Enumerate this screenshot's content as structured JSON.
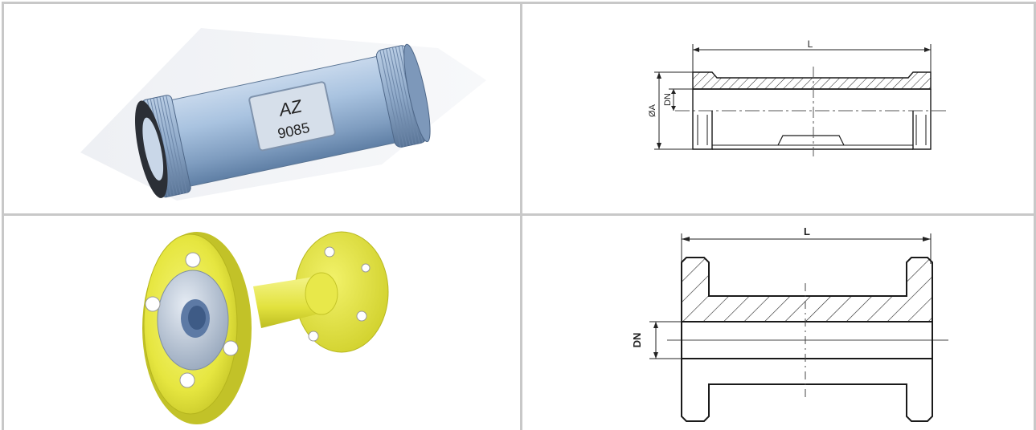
{
  "row1": {
    "photo": {
      "marking_logo": "AZ",
      "marking_number": "9085"
    },
    "drawing": {
      "length_label": "L",
      "outer_diameter_label": "ØA",
      "nominal_diameter_label": "DN"
    }
  },
  "row2": {
    "photo": {},
    "drawing": {
      "length_label": "L",
      "nominal_diameter_label": "DN"
    }
  },
  "colors": {
    "grid_line": "#c8c8c8",
    "pipe_blue": "#9db8d6",
    "flange_yellow": "#ecec3a",
    "drawing_line": "#1a1a1a"
  }
}
